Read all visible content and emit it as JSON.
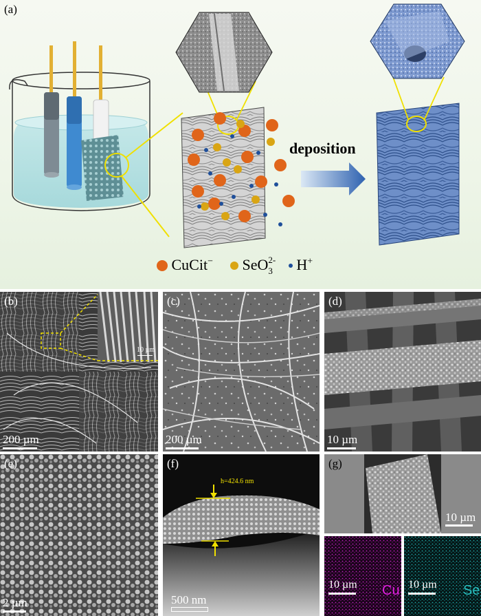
{
  "panels": {
    "a": {
      "label": "(a)",
      "deposition": "deposition",
      "legend": {
        "cucit": "CuCit",
        "cucit_charge": "−",
        "seo3": "SeO",
        "seo3_sub": "3",
        "seo3_sup": "2-",
        "h": "H",
        "h_sup": "+"
      }
    },
    "b": {
      "label": "(b)",
      "scale": "200 µm",
      "inset_scale": "10 µm"
    },
    "c": {
      "label": "(c)",
      "scale": "200 µm"
    },
    "d": {
      "label": "(d)",
      "scale": "10 µm"
    },
    "e": {
      "label": "(e)",
      "scale": "2 µm"
    },
    "f": {
      "label": "(f)",
      "scale": "500 nm",
      "thickness": "h=424.6 nm"
    },
    "g": {
      "label": "(g)",
      "scale_top": "10 µm",
      "scale_cu": "10 µm",
      "scale_se": "10 µm",
      "cu": "Cu",
      "se": "Se"
    }
  },
  "colors": {
    "cucit": "#e0651a",
    "seo3": "#d9a514",
    "h": "#1f4f9a",
    "deposition_arrow": "#3b6fb8",
    "cu_map": "#c020c0",
    "se_map": "#20a8a8",
    "highlight": "#f0e000"
  }
}
